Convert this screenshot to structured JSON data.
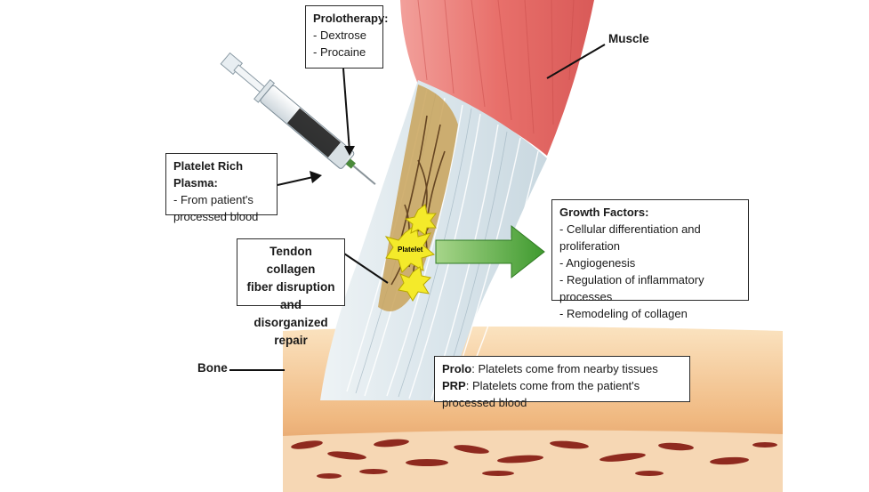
{
  "labels": {
    "muscle": "Muscle",
    "bone": "Bone",
    "platelet": "Platelet"
  },
  "prolotherapy": {
    "title": "Prolotherapy:",
    "items": [
      "Dextrose",
      "Procaine"
    ]
  },
  "prp": {
    "title": "Platelet Rich Plasma:",
    "items": [
      "From patient's processed blood"
    ]
  },
  "tendon": {
    "lines": [
      "Tendon collagen",
      "fiber disruption and",
      "disorganized repair"
    ]
  },
  "growth_factors": {
    "title": "Growth Factors:",
    "items": [
      "Cellular differentiation and proliferation",
      "Angiogenesis",
      "Regulation of inflammatory processes",
      "Remodeling of collagen"
    ]
  },
  "comparison": {
    "prolo_key": "Prolo",
    "prolo_text": ": Platelets come from nearby tissues",
    "prp_key": "PRP",
    "prp_text": ": Platelets come from the patient's processed blood"
  },
  "colors": {
    "muscle": "#e8706b",
    "tendon": "#dfe8ee",
    "bone": "#f2c48d",
    "marrow": "#8f2a1f",
    "arrow": "#52a83a",
    "platelet": "#f4ea2a"
  }
}
